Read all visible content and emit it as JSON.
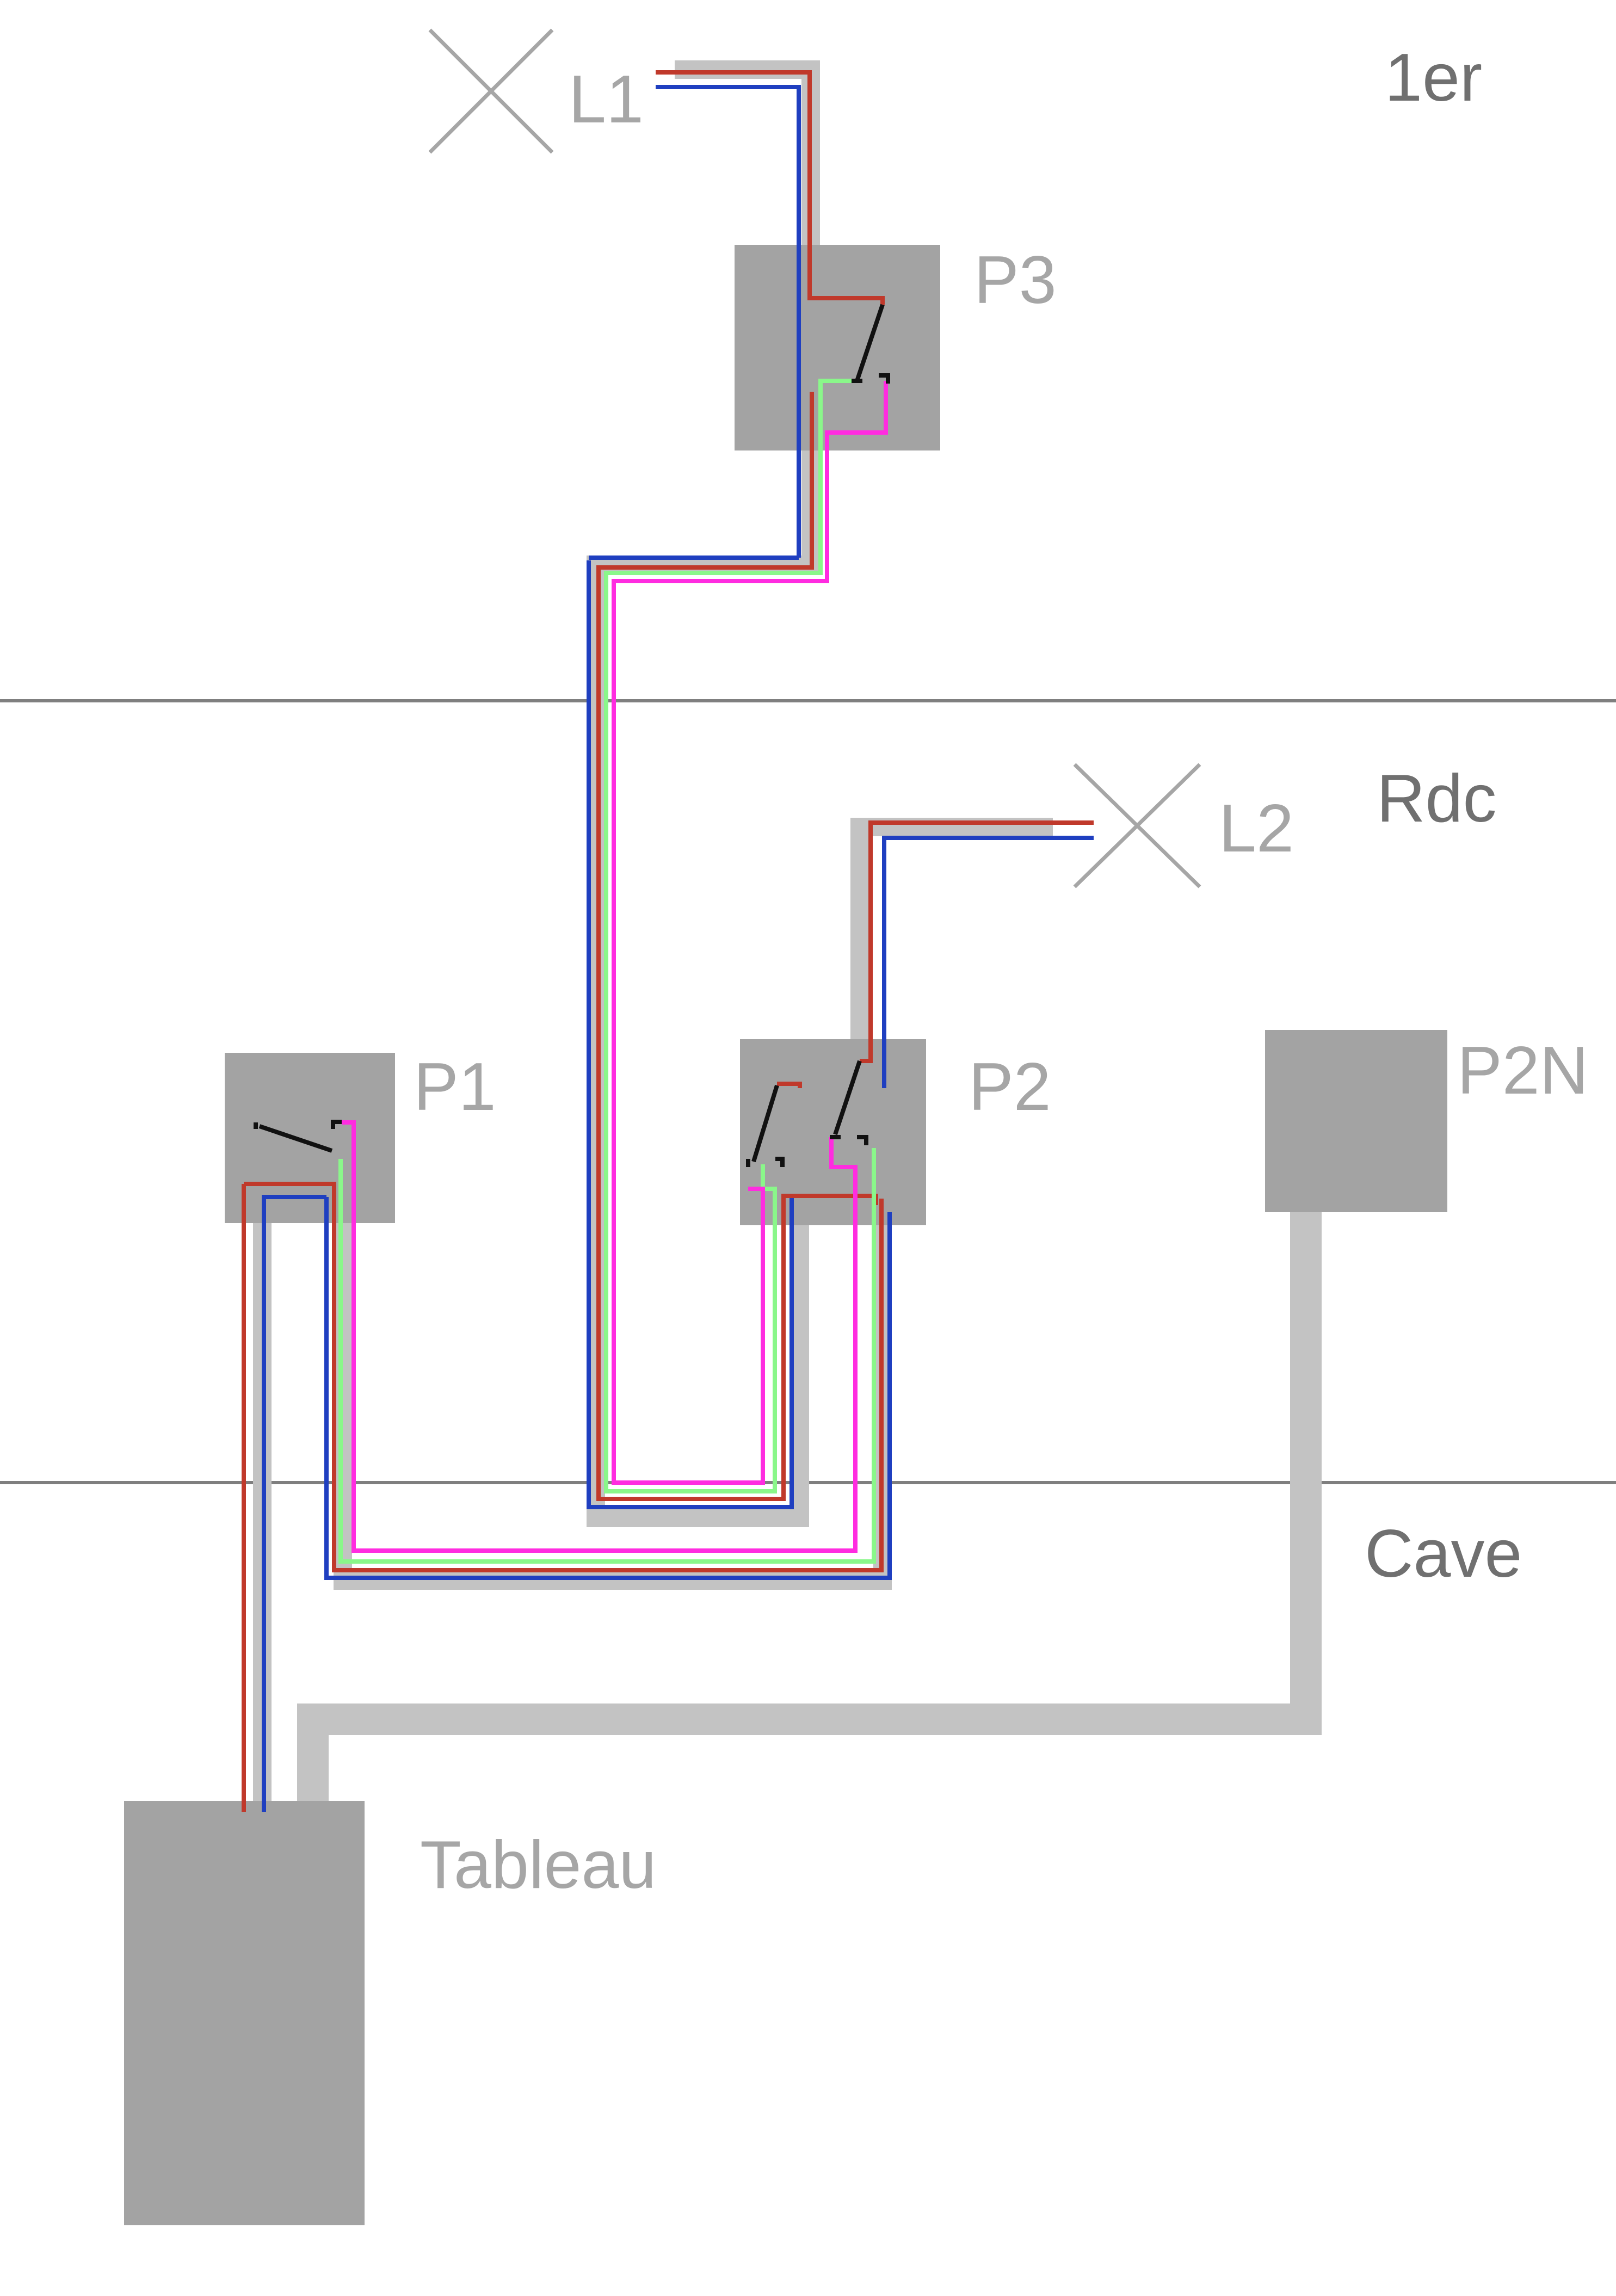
{
  "floors": {
    "upper": "1er",
    "ground": "Rdc",
    "basement": "Cave"
  },
  "lamps": {
    "l1": "L1",
    "l2": "L2"
  },
  "boxes": {
    "p1": "P1",
    "p2": "P2",
    "p3": "P3",
    "p2n": "P2N",
    "panel": "Tableau"
  },
  "colors": {
    "sheath": "#c3c3c3",
    "box": "#a3a3a3",
    "phase": "#c0392b",
    "neutral": "#1f3fc0",
    "traveler_green": "#8af78a",
    "traveler_pink": "#ff2ce0",
    "switch": "#111111",
    "floor_line": "#7f7f7f",
    "lamp": "#a6a6a6"
  }
}
